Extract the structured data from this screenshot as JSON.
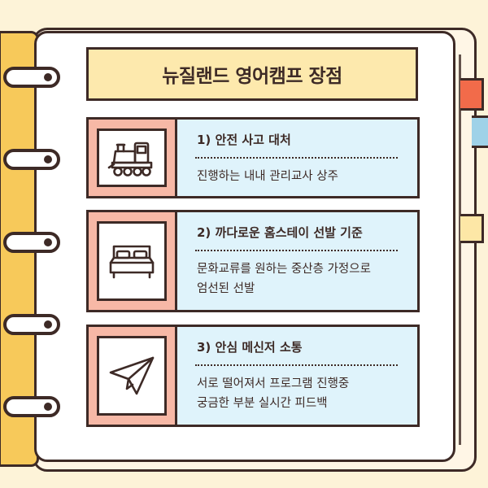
{
  "title": "뉴질랜드 영어캠프 장점",
  "items": [
    {
      "heading": "1) 안전 사고 대처",
      "desc": "진행하는 내내 관리교사 상주",
      "icon": "train-icon"
    },
    {
      "heading": "2) 까다로운 홈스테이 선발 기준",
      "desc": "문화교류를 원하는 중산층 가정으로\n엄선된 선발",
      "icon": "bed-icon"
    },
    {
      "heading": "3) 안심 메신저 소통",
      "desc": "서로 떨어져서 프로그램 진행중\n궁금한 부분 실시간 피드백",
      "icon": "paper-plane-icon"
    }
  ],
  "colors": {
    "background": "#fdf3d8",
    "spine": "#f7c95a",
    "title_bg": "#fde9ad",
    "icon_bg": "#f7b8a6",
    "text_bg": "#dff3fb",
    "outline": "#3d2a26"
  }
}
